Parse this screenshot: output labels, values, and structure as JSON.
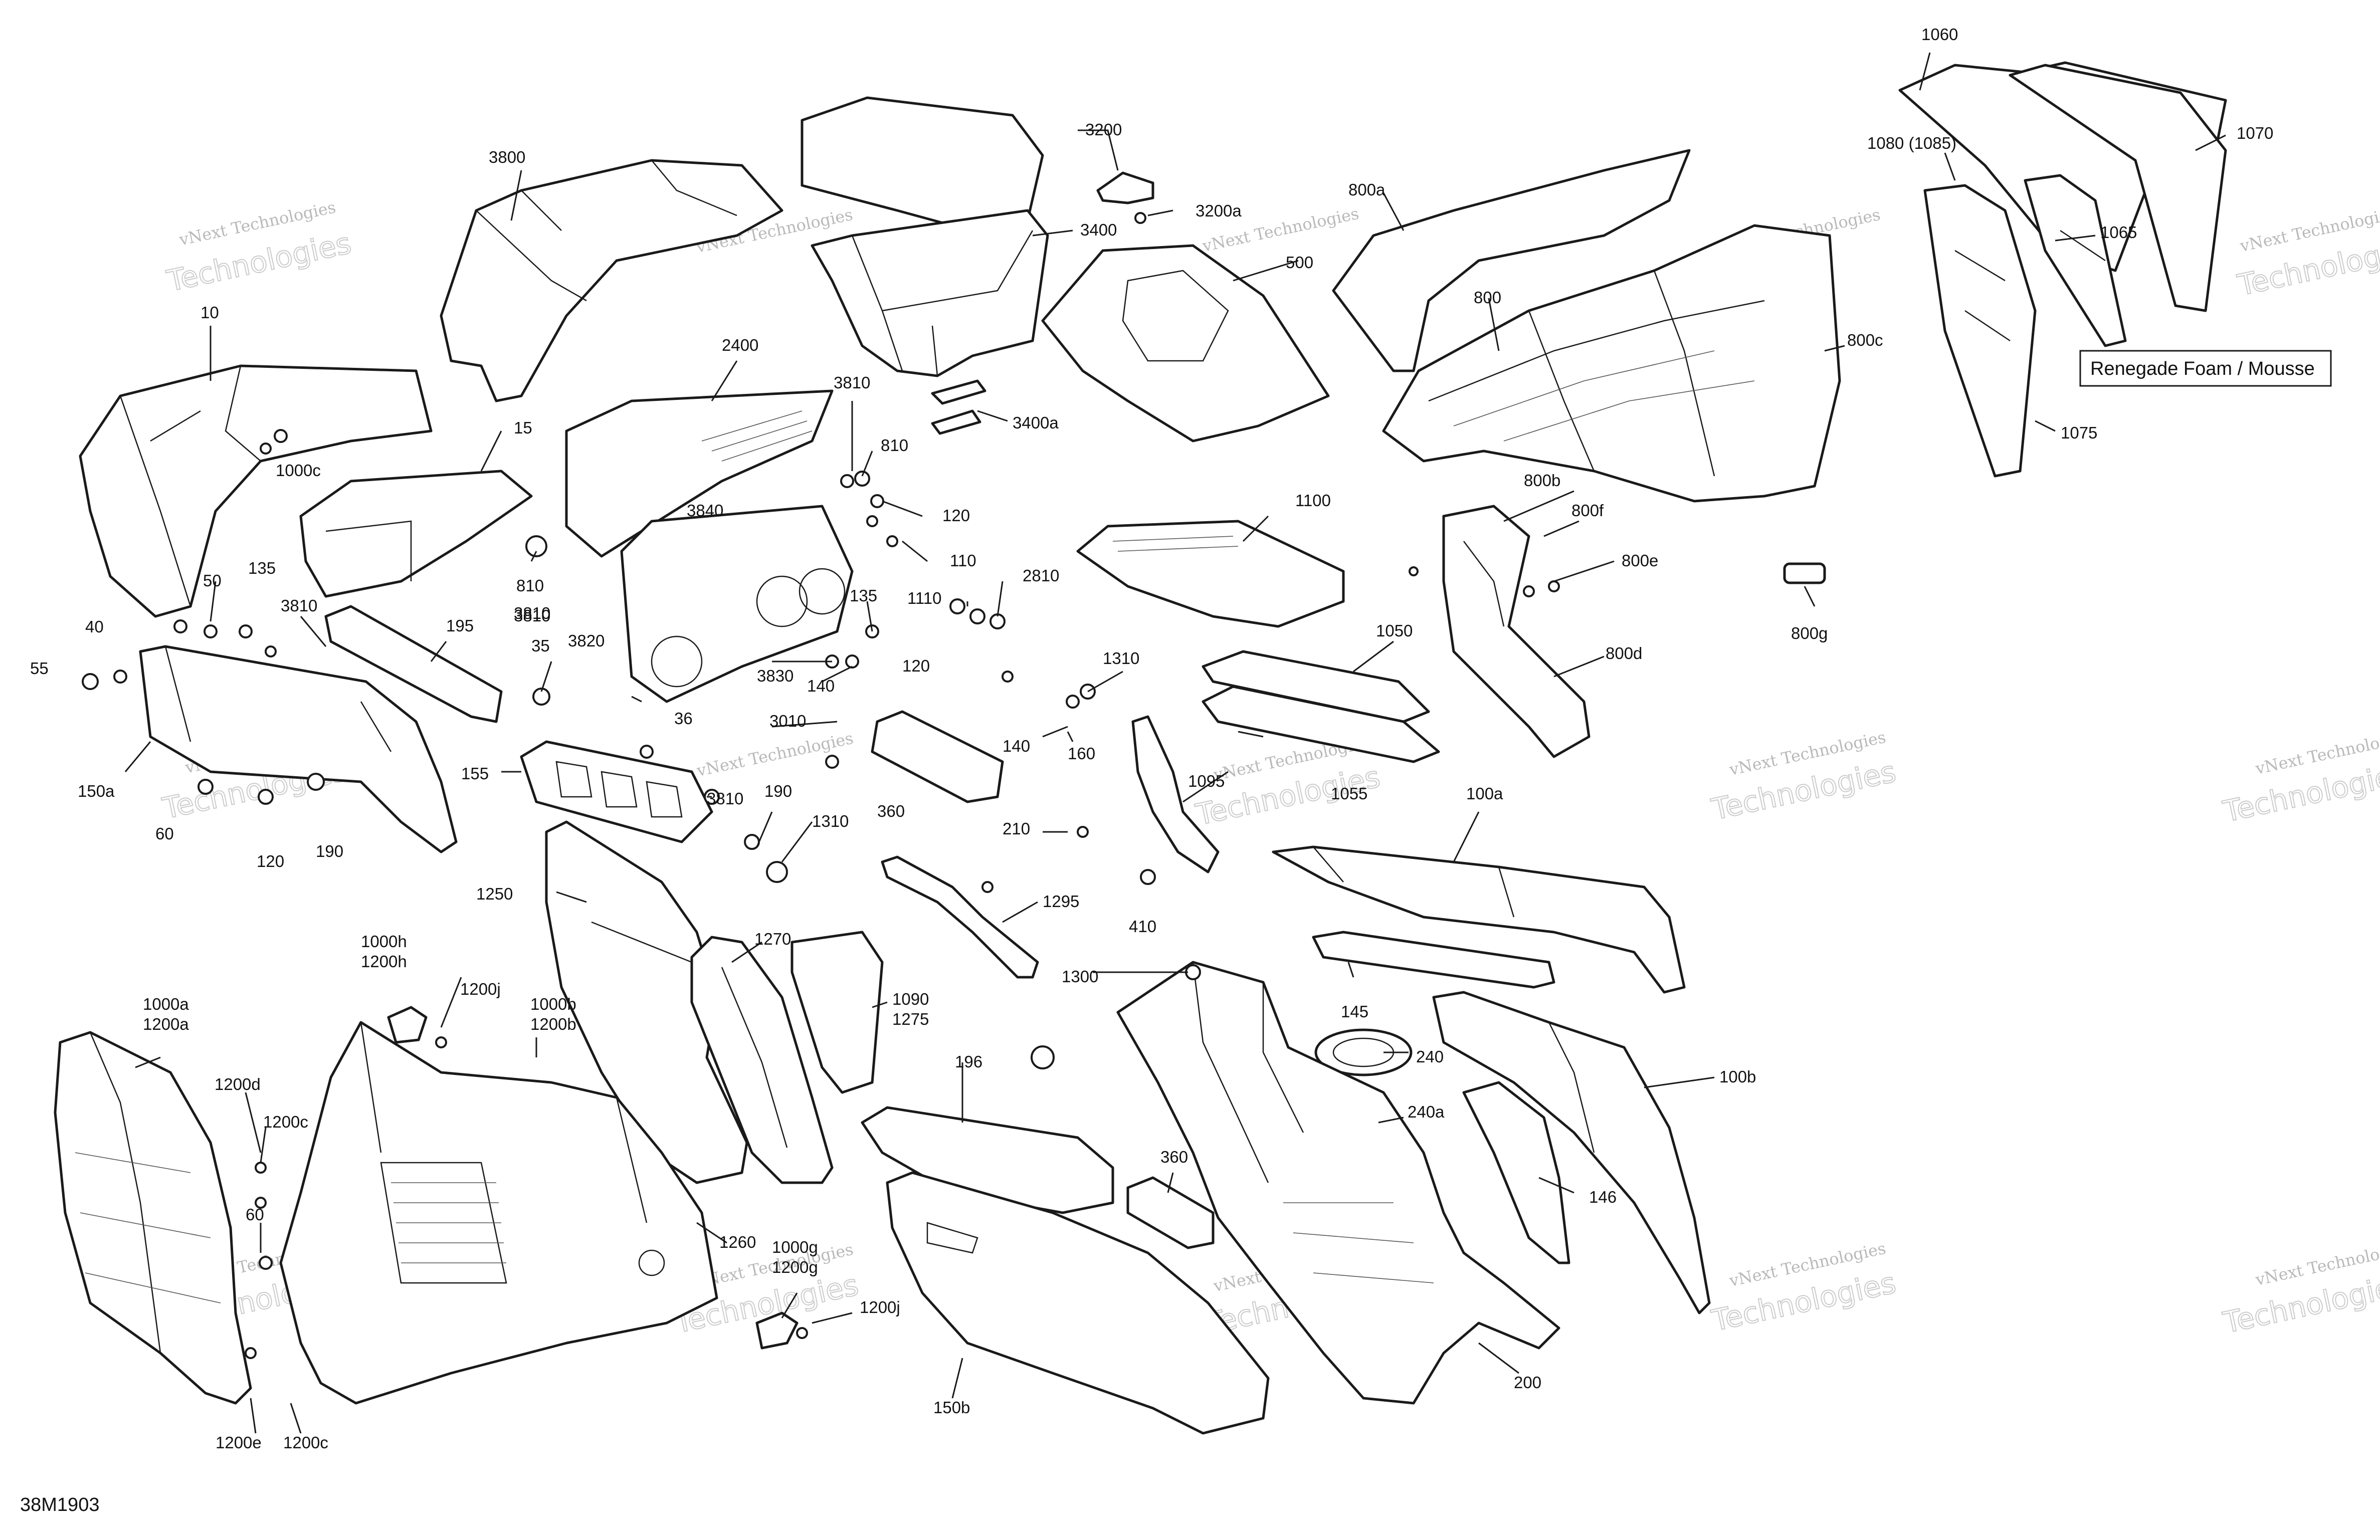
{
  "figure_id": "38M1903",
  "note_box": "Renegade Foam / Mousse",
  "watermark": {
    "line1": "vNext Technologies",
    "line2": "Technologies"
  },
  "callouts": {
    "c1060": "1060",
    "c1070": "1070",
    "c1080": "1080 (1085)",
    "c1065": "1065",
    "c1075": "1075",
    "c3200": "3200",
    "c3200a": "3200a",
    "c3400": "3400",
    "c3400a": "3400a",
    "c3800": "3800",
    "c500": "500",
    "c800a": "800a",
    "c800": "800",
    "c800c": "800c",
    "c800b": "800b",
    "c800f": "800f",
    "c800e": "800e",
    "c800d": "800d",
    "c800g": "800g",
    "c10": "10",
    "c1000c": "1000c",
    "c15": "15",
    "c2400": "2400",
    "c3810a": "3810",
    "c810a": "810",
    "c120a": "120",
    "c3840": "3840",
    "c810b": "810",
    "c110": "110",
    "c2810": "2810",
    "c1100": "1100",
    "c50": "50",
    "c135a": "135",
    "c3810b": "3810",
    "c40": "40",
    "c3810c": "3810",
    "c3820": "3820",
    "c135b": "135",
    "c1110": "1110",
    "c55": "55",
    "c195": "195",
    "c35": "35",
    "c140a": "140",
    "c120b": "120",
    "c1310a": "1310",
    "c1050": "1050",
    "c3830": "3830",
    "c36": "36",
    "c3010": "3010",
    "c140b": "140",
    "c160": "160",
    "c150a": "150a",
    "c60a": "60",
    "c155": "155",
    "c3810d": "3810",
    "c190a": "190",
    "c360a": "360",
    "c1095": "1095",
    "c1055": "1055",
    "c120c": "120",
    "c190b": "190",
    "c210": "210",
    "c1310b": "1310",
    "c100a": "100a",
    "c1250": "1250",
    "c410": "410",
    "c1295": "1295",
    "c1270": "1270",
    "c1300": "1300",
    "c145": "145",
    "c1000h": "1000h",
    "c1200h": "1200h",
    "c1200j_a": "1200j",
    "c1090": "1090",
    "c1275": "1275",
    "c1000a": "1000a",
    "c1200a": "1200a",
    "c1000b": "1000b",
    "c1200b": "1200b",
    "c240": "240",
    "c196": "196",
    "c100b": "100b",
    "c1200d": "1200d",
    "c1200c_a": "1200c",
    "c240a": "240a",
    "c360b": "360",
    "c146": "146",
    "c60b": "60",
    "c1260": "1260",
    "c1000g": "1000g",
    "c1200g": "1200g",
    "c1200j_b": "1200j",
    "c200": "200",
    "c150b": "150b",
    "c1200e": "1200e",
    "c1200c_b": "1200c"
  }
}
